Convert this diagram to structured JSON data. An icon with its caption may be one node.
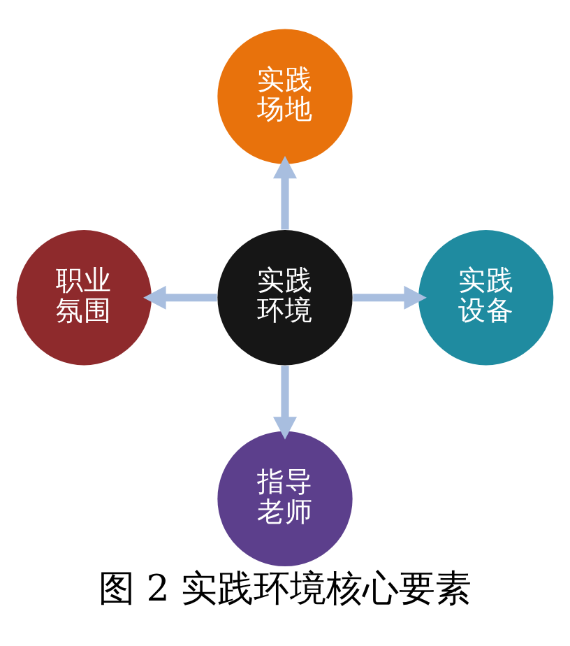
{
  "diagram": {
    "caption": "图 2 实践环境核心要素",
    "nodes": [
      {
        "text": [
          "实践场地"
        ]
      },
      {
        "text": [
          "职业氛围"
        ]
      },
      {
        "text": [
          "实践环境"
        ]
      },
      {
        "text": [
          "实践设备"
        ]
      },
      {
        "text": [
          "指导老师"
        ]
      }
    ],
    "edges": [
      {
        "from": 2,
        "to": 0,
        "arrow": "to"
      },
      {
        "from": 2,
        "to": 3,
        "arrow": "to"
      },
      {
        "from": 2,
        "to": 4,
        "arrow": "to"
      },
      {
        "from": 2,
        "to": 1,
        "arrow": "to"
      }
    ]
  }
}
